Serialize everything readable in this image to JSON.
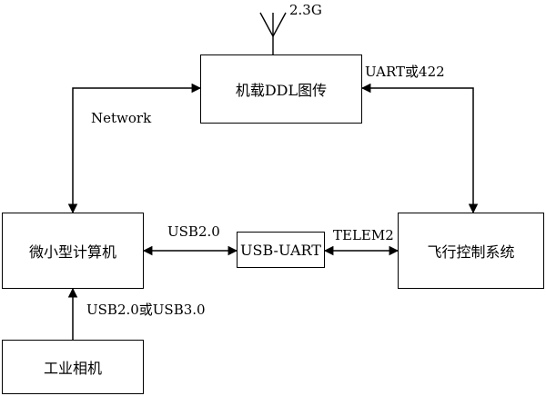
{
  "nodes": {
    "ddl": "机载DDL图传",
    "computer": "微小型计算机",
    "usb_uart": "USB-UART",
    "flight_ctrl": "飞行控制系统",
    "camera": "工业相机"
  },
  "edges": {
    "antenna": "2.3G",
    "ddl_fc": "UART或422",
    "ddl_computer": "Network",
    "computer_usbuart": "USB2.0",
    "usbuart_fc": "TELEM2",
    "camera_computer": "USB2.0或USB3.0"
  }
}
